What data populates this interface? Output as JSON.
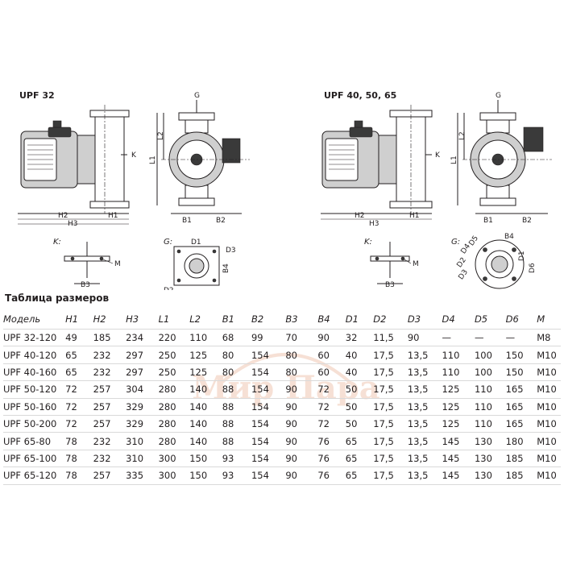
{
  "drawings": {
    "left_title": "UPF 32",
    "right_title": "UPF 40, 50, 65",
    "labels": {
      "G": "G",
      "K": "K",
      "H1": "H1",
      "H2": "H2",
      "H3": "H3",
      "L1": "L1",
      "L2": "L2",
      "B1": "B1",
      "B2": "B2",
      "B3": "B3",
      "B4": "B4",
      "D1": "D1",
      "D2": "D2",
      "D3": "D3",
      "D4": "D4",
      "D5": "D5",
      "D6": "D6",
      "M": "M",
      "K_view": "K:",
      "G_view": "G:"
    }
  },
  "watermark": {
    "text": "Мир Пара",
    "color": "#e8a98a"
  },
  "table": {
    "title": "Таблица размеров",
    "columns": [
      "Модель",
      "H1",
      "H2",
      "H3",
      "L1",
      "L2",
      "B1",
      "B2",
      "B3",
      "B4",
      "D1",
      "D2",
      "D3",
      "D4",
      "D5",
      "D6",
      "M"
    ],
    "rows": [
      [
        "UPF 32-120",
        "49",
        "185",
        "234",
        "220",
        "110",
        "68",
        "99",
        "70",
        "90",
        "32",
        "11,5",
        "90",
        "—",
        "—",
        "—",
        "M8"
      ],
      [
        "UPF 40-120",
        "65",
        "232",
        "297",
        "250",
        "125",
        "80",
        "154",
        "80",
        "60",
        "40",
        "17,5",
        "13,5",
        "110",
        "100",
        "150",
        "M10"
      ],
      [
        "UPF 40-160",
        "65",
        "232",
        "297",
        "250",
        "125",
        "80",
        "154",
        "80",
        "60",
        "40",
        "17,5",
        "13,5",
        "110",
        "100",
        "150",
        "M10"
      ],
      [
        "UPF 50-120",
        "72",
        "257",
        "304",
        "280",
        "140",
        "88",
        "154",
        "90",
        "72",
        "50",
        "17,5",
        "13,5",
        "125",
        "110",
        "165",
        "M10"
      ],
      [
        "UPF 50-160",
        "72",
        "257",
        "329",
        "280",
        "140",
        "88",
        "154",
        "90",
        "72",
        "50",
        "17,5",
        "13,5",
        "125",
        "110",
        "165",
        "M10"
      ],
      [
        "UPF 50-200",
        "72",
        "257",
        "329",
        "280",
        "140",
        "88",
        "154",
        "90",
        "72",
        "50",
        "17,5",
        "13,5",
        "125",
        "110",
        "165",
        "M10"
      ],
      [
        "UPF 65-80",
        "78",
        "232",
        "310",
        "280",
        "140",
        "88",
        "154",
        "90",
        "76",
        "65",
        "17,5",
        "13,5",
        "145",
        "130",
        "180",
        "M10"
      ],
      [
        "UPF 65-100",
        "78",
        "232",
        "310",
        "300",
        "150",
        "93",
        "154",
        "90",
        "76",
        "65",
        "17,5",
        "13,5",
        "145",
        "130",
        "185",
        "M10"
      ],
      [
        "UPF 65-120",
        "78",
        "257",
        "335",
        "300",
        "150",
        "93",
        "154",
        "90",
        "76",
        "65",
        "17,5",
        "13,5",
        "145",
        "130",
        "185",
        "M10"
      ]
    ]
  }
}
